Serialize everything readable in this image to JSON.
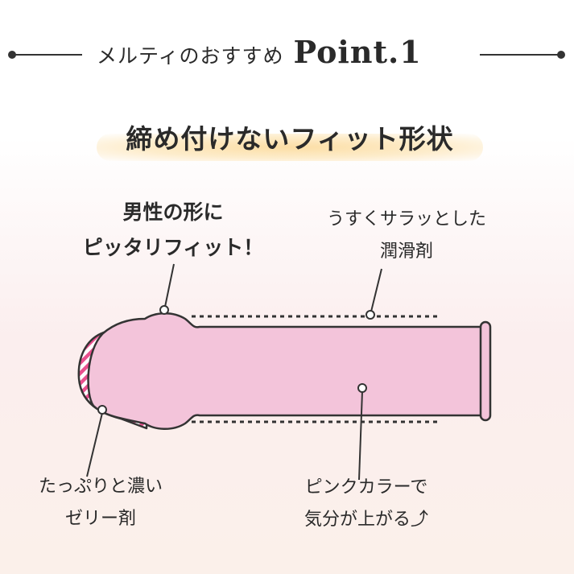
{
  "header": {
    "subtitle": "メルティのおすすめ",
    "point": "Point.1"
  },
  "title": "締め付けないフィット形状",
  "callouts": {
    "fit": [
      "男性の形に",
      "ピッタリフィット！"
    ],
    "lube": [
      "うすくサラッとした",
      "潤滑剤"
    ],
    "gel": [
      "たっぷりと濃い",
      "ゼリー剤"
    ],
    "pink": [
      "ピンクカラーで",
      "気分が上がる⤴"
    ]
  },
  "colors": {
    "body_fill": "#f3c4da",
    "outline": "#333333",
    "gel_stripe": "#e8508e",
    "title_glow": "#fcdca0"
  }
}
